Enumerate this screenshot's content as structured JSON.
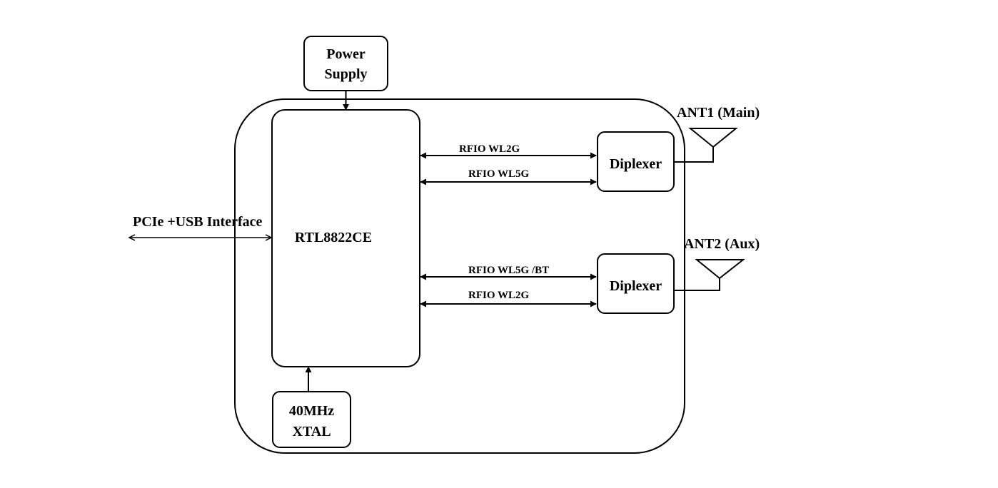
{
  "blocks": {
    "power_supply": [
      "Power",
      "Supply"
    ],
    "chip": "RTL8822CE",
    "xtal": [
      "40MHz",
      "XTAL"
    ],
    "diplexer_top": "Diplexer",
    "diplexer_bottom": "Diplexer"
  },
  "signals": {
    "rfio_top_1": "RFIO WL2G",
    "rfio_top_2": "RFIO WL5G",
    "rfio_bottom_1": "RFIO WL5G /BT",
    "rfio_bottom_2": "RFIO WL2G",
    "host_interface": "PCIe +USB Interface"
  },
  "antennas": {
    "main": "ANT1 (Main)",
    "aux": "ANT2 (Aux)"
  }
}
